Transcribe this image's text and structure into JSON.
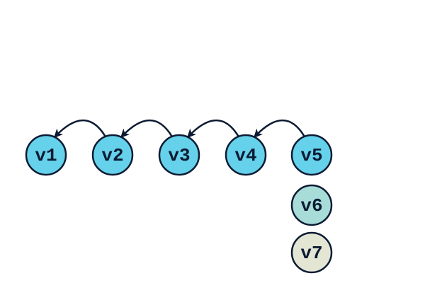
{
  "diagram": {
    "nodes": [
      {
        "id": "v1",
        "label": "v1",
        "fill": "#66d1ea"
      },
      {
        "id": "v2",
        "label": "v2",
        "fill": "#66d1ea"
      },
      {
        "id": "v3",
        "label": "v3",
        "fill": "#66d1ea"
      },
      {
        "id": "v4",
        "label": "v4",
        "fill": "#66d1ea"
      },
      {
        "id": "v5",
        "label": "v5",
        "fill": "#66d1ea"
      },
      {
        "id": "v6",
        "label": "v6",
        "fill": "#a8dcd8"
      },
      {
        "id": "v7",
        "label": "v7",
        "fill": "#e4e6d4"
      }
    ],
    "edges": [
      {
        "from": "v2",
        "to": "v1"
      },
      {
        "from": "v3",
        "to": "v2"
      },
      {
        "from": "v4",
        "to": "v3"
      },
      {
        "from": "v5",
        "to": "v4"
      }
    ],
    "stroke_color": "#0c1b33"
  }
}
